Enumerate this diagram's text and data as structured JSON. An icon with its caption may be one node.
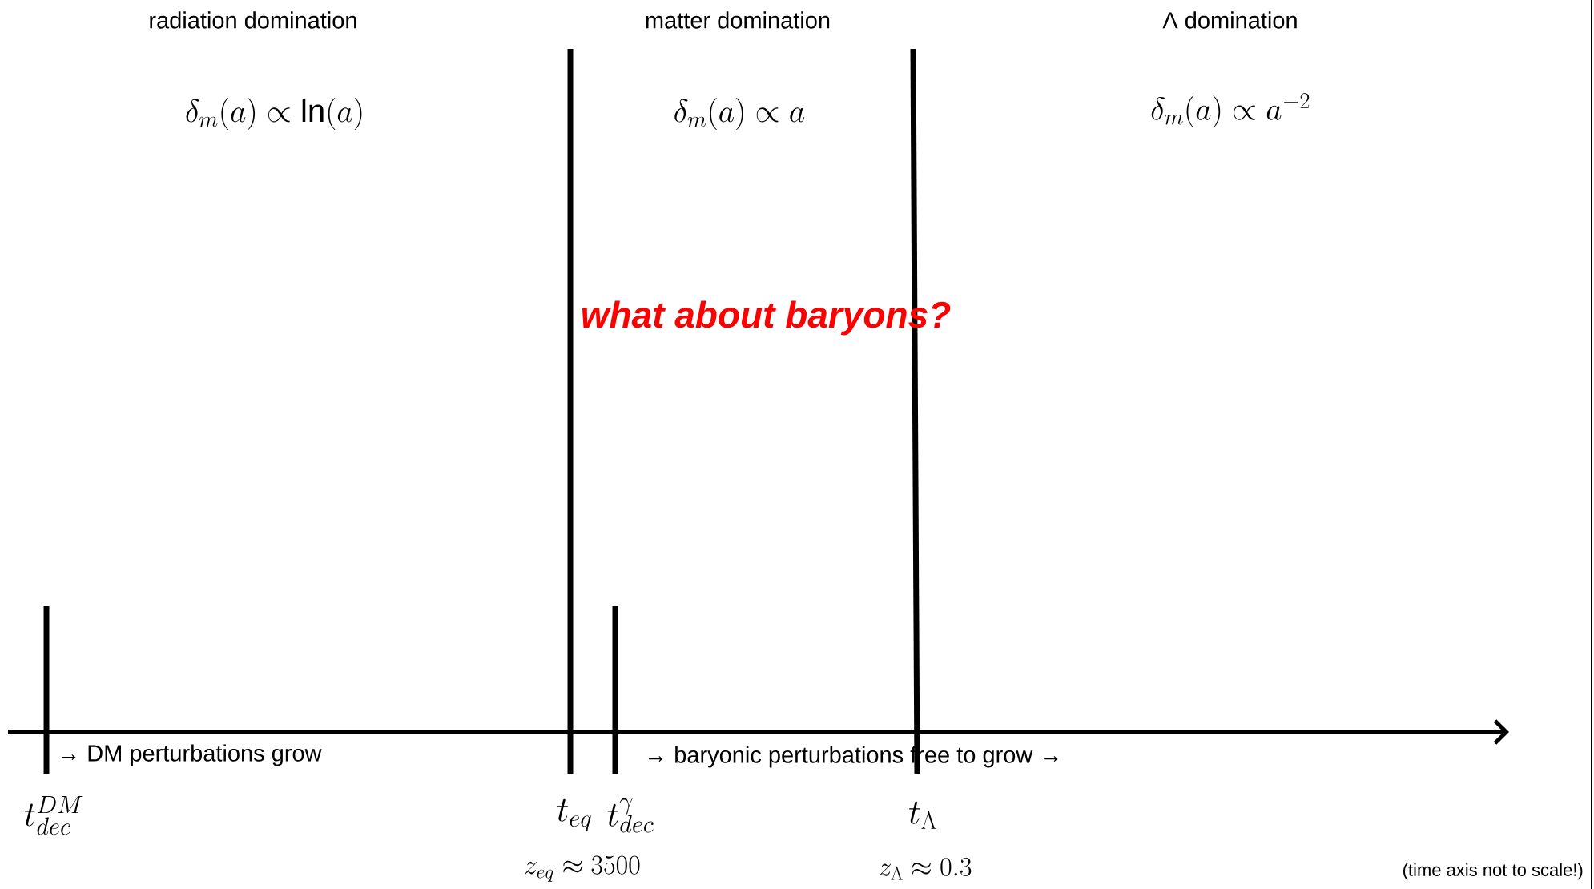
{
  "diagram": {
    "labels": [
      "radiation domination",
      "matter domination",
      "Λ domination",
      "\\delta_m(a) \\propto \\ln(a)",
      "\\delta_m(a) \\propto a",
      "\\delta_m(a) \\propto a^{-2}",
      "what about baryons?",
      "→ DM perturbations grow",
      "→ baryonic perturbations free to grow →",
      "t_{dec}^{DM}",
      "t_{eq}",
      "t_{dec}^{\\gamma}",
      "t_{\\Lambda}",
      "z_{eq} \\approx 3500",
      "z_{\\Lambda} \\approx 0.3",
      "(time axis not to scale!)"
    ]
  }
}
